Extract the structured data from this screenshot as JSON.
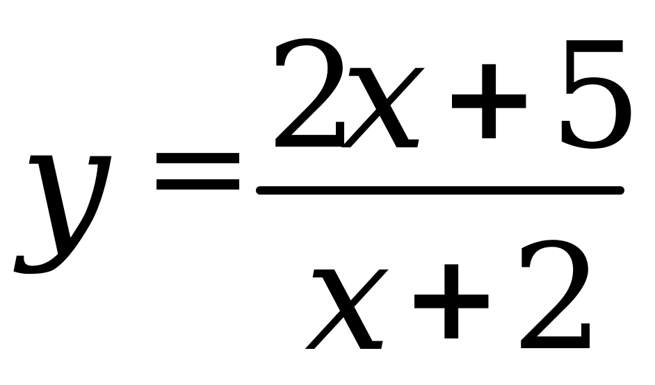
{
  "equation": {
    "lhs": {
      "variable": "y",
      "equals": "="
    },
    "numerator": {
      "coefficient": "2",
      "variable": "x",
      "operator": "+",
      "constant": "5"
    },
    "denominator": {
      "variable": "x",
      "operator": "+",
      "constant": "2"
    }
  }
}
